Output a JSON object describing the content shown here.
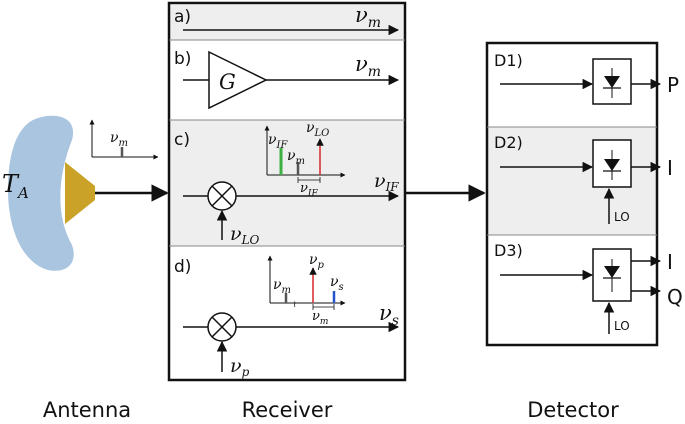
{
  "captions": {
    "antenna": "Antenna",
    "receiver": "Receiver",
    "detector": "Detector"
  },
  "antenna": {
    "temperature_label": "T",
    "temperature_subscript": "A",
    "spectrum_label": "ν",
    "spectrum_label_sub": "m",
    "reflector_color": "#a9c5e0",
    "feed_color": "#c9a227"
  },
  "receiver": {
    "a": {
      "tag": "a)",
      "signal": "ν",
      "signal_sub": "m"
    },
    "b": {
      "tag": "b)",
      "amp": "G",
      "signal": "ν",
      "signal_sub": "m"
    },
    "c": {
      "tag": "c)",
      "signal": "ν",
      "signal_sub": "IF",
      "lo_input": "ν",
      "lo_input_sub": "LO",
      "inset": {
        "if_peak": "ν",
        "if_peak_sub": "IF",
        "m_peak": "ν",
        "m_peak_sub": "m",
        "lo_peak": "ν",
        "lo_peak_sub": "LO",
        "span": "ν",
        "span_sub": "IF"
      },
      "band_color": "#eeeeee"
    },
    "d": {
      "tag": "d)",
      "signal": "ν",
      "signal_sub": "s",
      "pump_input": "ν",
      "pump_input_sub": "p",
      "inset": {
        "m_peak": "ν",
        "m_peak_sub": "m",
        "p_peak": "ν",
        "p_peak_sub": "p",
        "s_peak": "ν",
        "s_peak_sub": "s",
        "span": "ν",
        "span_sub": "m"
      }
    },
    "peak_colors": {
      "green": "#3cb043",
      "red": "#d62828",
      "blue": "#2255cc",
      "gray": "#555555"
    }
  },
  "detector": {
    "d1": {
      "tag": "D1)",
      "output": "P"
    },
    "d2": {
      "tag": "D2)",
      "output": "I",
      "lo": "LO"
    },
    "d3": {
      "tag": "D3)",
      "output_i": "I",
      "output_q": "Q",
      "lo": "LO"
    }
  }
}
